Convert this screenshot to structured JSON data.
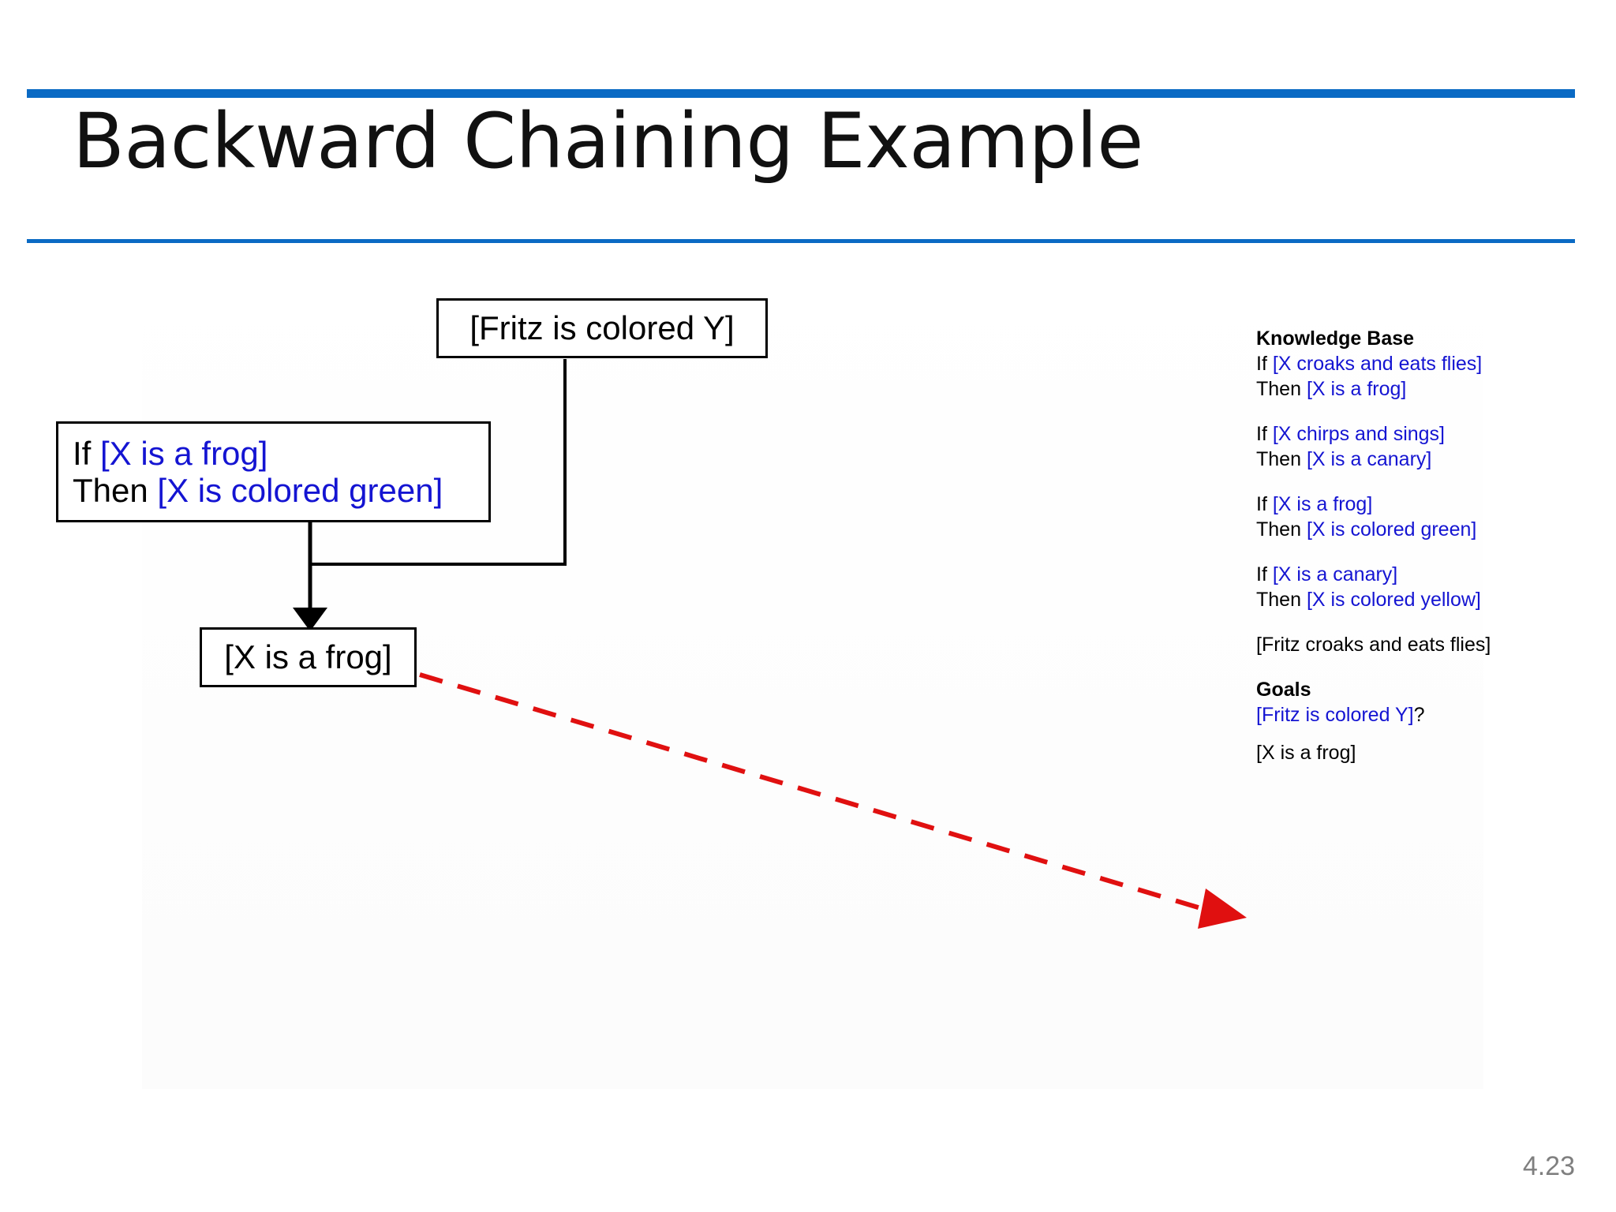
{
  "slide": {
    "title": "Backward Chaining Example",
    "page_number": "4.23",
    "accent_color": "#0a6ac4",
    "term_color": "#1414d2",
    "highlight_color": "#e01010"
  },
  "diagram": {
    "goal_box": {
      "text": "[Fritz is colored Y]"
    },
    "rule_box": {
      "line1_prefix": "If ",
      "line1_term": "[X is a frog]",
      "line2_prefix": "Then ",
      "line2_term": "[X is colored green]"
    },
    "fact_box": {
      "text": "[X is a frog]"
    },
    "connector_color": "#000000",
    "match_arrow_color": "#e01010"
  },
  "knowledge_base": {
    "heading": "Knowledge Base",
    "rules": [
      {
        "if_prefix": "If ",
        "if_term": "[X croaks and eats flies]",
        "then_prefix": "Then ",
        "then_term": "[X is a frog]"
      },
      {
        "if_prefix": "If ",
        "if_term": "[X chirps and sings]",
        "then_prefix": "Then ",
        "then_term": "[X is a canary]"
      },
      {
        "if_prefix": "If ",
        "if_term": "[X is a frog]",
        "then_prefix": "Then ",
        "then_term": "[X is colored green]"
      },
      {
        "if_prefix": "If ",
        "if_term": "[X is a canary]",
        "then_prefix": "Then ",
        "then_term": "[X is colored yellow]"
      }
    ],
    "fact": "[Fritz croaks and eats flies]"
  },
  "goals": {
    "heading": "Goals",
    "primary_term": "[Fritz is colored Y]",
    "primary_suffix": "?",
    "derived_term": "[X is a frog]"
  }
}
